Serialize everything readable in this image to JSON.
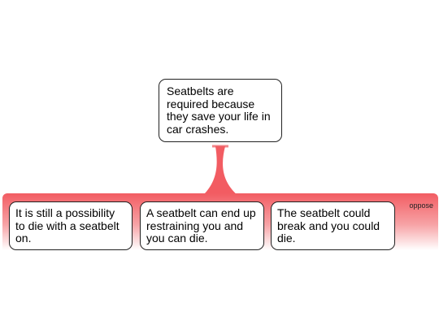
{
  "diagram": {
    "claim": {
      "text": "Seatbelts are required because they save your life in car crashes."
    },
    "band": {
      "label": "oppose",
      "color": "#f25c62"
    },
    "premises": [
      {
        "text": "It is still a possibility to die with a seatbelt on."
      },
      {
        "text": "A seatbelt can end up restraining you and you can die."
      },
      {
        "text": "The seatbelt could break and you could die."
      }
    ]
  }
}
